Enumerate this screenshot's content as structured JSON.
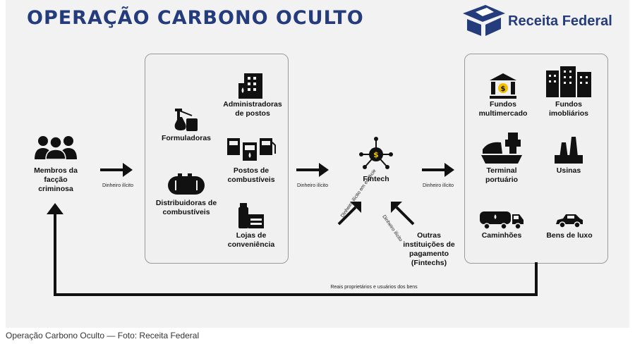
{
  "header": {
    "title": "OPERAÇÃO CARBONO OCULTO",
    "logo_text": "Receita Federal"
  },
  "nodes": {
    "members": "Membros da facção criminosa",
    "formuladoras": "Formuladoras",
    "administradoras": "Administradoras de postos",
    "distribuidoras": "Distribuidoras de combustíveis",
    "postos": "Postos de combustíveis",
    "lojas": "Lojas de conveniência",
    "fintech": "Fintech",
    "outras": "Outras instituições de pagamento (Fintechs)",
    "fundos_multi": "Fundos multimercado",
    "fundos_imob": "Fundos imobliários",
    "terminal": "Terminal portuário",
    "usinas": "Usinas",
    "caminhoes": "Caminhões",
    "bens": "Bens de luxo"
  },
  "flows": {
    "dinheiro_1": "Dinheiro ilícito",
    "dinheiro_2": "Dinheiro ilícito",
    "dinheiro_3": "Dinheiro ilícito",
    "especie": "Dinheiro ilícito em espécie",
    "diag": "Dinheiro ilícito",
    "return_label": "Reais proprietários e usuários dos bens"
  },
  "caption": "Operação Carbono Oculto — Foto: Receita Federal"
}
